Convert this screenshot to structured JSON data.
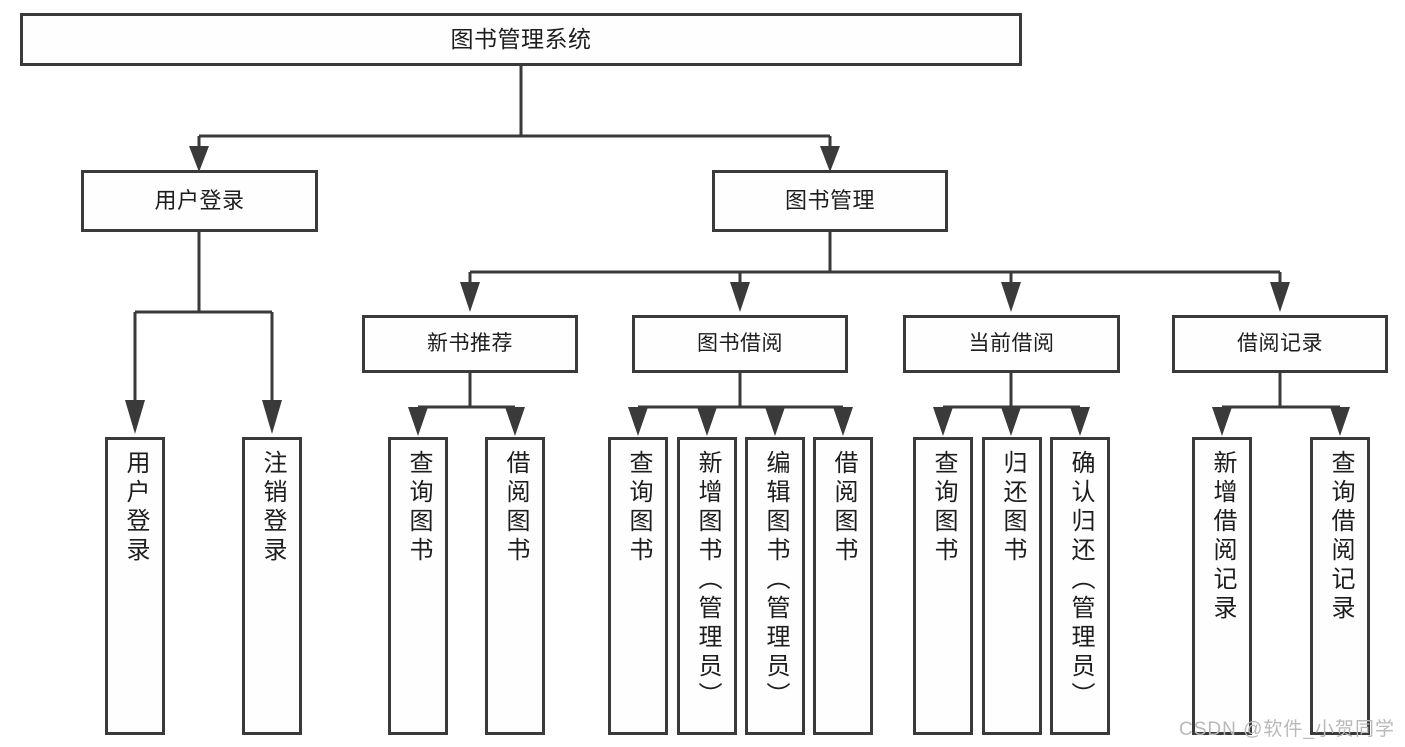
{
  "diagram": {
    "title": "图书管理系统",
    "root": {
      "label": "图书管理系统"
    },
    "level2": [
      {
        "label": "用户登录"
      },
      {
        "label": "图书管理"
      }
    ],
    "level3": [
      {
        "label": "新书推荐"
      },
      {
        "label": "图书借阅"
      },
      {
        "label": "当前借阅"
      },
      {
        "label": "借阅记录"
      }
    ],
    "leaves": {
      "user_login": [
        {
          "label": "用户登录"
        },
        {
          "label": "注销登录"
        }
      ],
      "new_book_rec": [
        {
          "label": "查询图书"
        },
        {
          "label": "借阅图书"
        }
      ],
      "book_borrow": [
        {
          "label": "查询图书"
        },
        {
          "label": "新增图书（管理员）"
        },
        {
          "label": "编辑图书（管理员）"
        },
        {
          "label": "借阅图书"
        }
      ],
      "current_borrow": [
        {
          "label": "查询图书"
        },
        {
          "label": "归还图书"
        },
        {
          "label": "确认归还（管理员）"
        }
      ],
      "borrow_record": [
        {
          "label": "新增借阅记录"
        },
        {
          "label": "查询借阅记录"
        }
      ]
    }
  },
  "watermark": {
    "text": "CSDN @软件_小贺同学"
  },
  "colors": {
    "border": "#3a3a3a",
    "box_fill": "#fefefe",
    "text": "#1d1d1d",
    "watermark": "#b9b9b9",
    "background": "#ffffff"
  }
}
